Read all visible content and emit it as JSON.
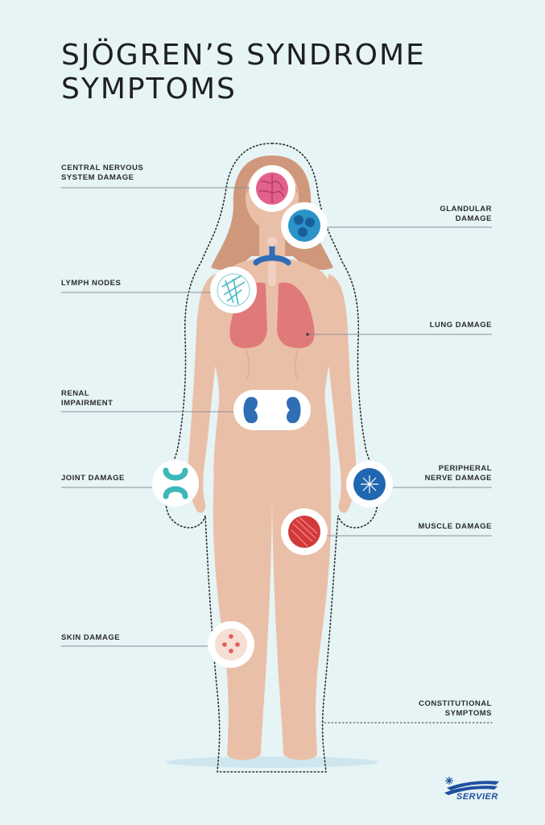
{
  "title": {
    "line1": "SJÖGREN’S SYNDROME",
    "line2": "SYMPTOMS"
  },
  "labels": {
    "cns": [
      "CENTRAL NERVOUS",
      "SYSTEM DAMAGE"
    ],
    "glandular": [
      "GLANDULAR",
      "DAMAGE"
    ],
    "lymph": [
      "LYMPH NODES"
    ],
    "lung": [
      "LUNG DAMAGE"
    ],
    "renal": [
      "RENAL",
      "IMPAIRMENT"
    ],
    "joint": [
      "JOINT DAMAGE"
    ],
    "peripheral": [
      "PERIPHERAL",
      "NERVE DAMAGE"
    ],
    "muscle": [
      "MUSCLE DAMAGE"
    ],
    "skin": [
      "SKIN DAMAGE"
    ],
    "constitutional": [
      "CONSTITUTIONAL",
      "SYMPTOMS"
    ]
  },
  "logo": {
    "text": "SERVIER"
  },
  "colors": {
    "background": "#e6f4f5",
    "skin": "#eabfa8",
    "hair": "#cf987a",
    "lung": "#e07a7a",
    "kidney": "#2f6db5",
    "brain": "#e2608c",
    "joint": "#3bb8b7",
    "muscle": "#d23a3a",
    "brand": "#1e4fa0"
  }
}
